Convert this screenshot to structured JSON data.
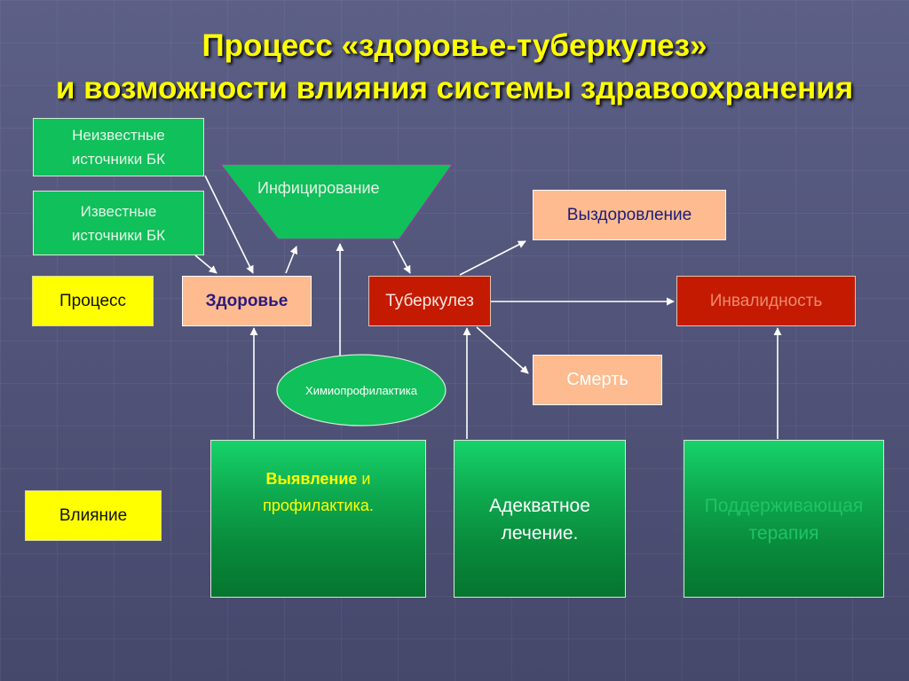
{
  "title": {
    "line1": "Процесс «здоровье-туберкулез»",
    "line2": "и  возможности влияния системы здравоохранения"
  },
  "nodes": {
    "unknown_sources": {
      "line1": "Неизвестные",
      "line2": "источники БК"
    },
    "known_sources": {
      "line1": "Известные",
      "line2": "источники БК"
    },
    "infection": "Инфицирование",
    "recovery": "Выздоровление",
    "process": "Процесс",
    "health": "Здоровье",
    "tuberculosis": "Туберкулез",
    "disability": "Инвалидность",
    "chemoprophylaxis": "Химиопрофилактика",
    "death": "Смерть",
    "influence": "Влияние",
    "detection": {
      "bold": "Выявление",
      "rest": " и",
      "line2": "профилактика."
    },
    "treatment": {
      "line1": "Адекватное",
      "line2": "лечение."
    },
    "supportive": {
      "line1": "Поддерживающая",
      "line2": "терапия"
    }
  },
  "colors": {
    "title": "#ffff00",
    "source_green": "#10c05a",
    "label_yellow": "#ffff00",
    "peach": "#fdbb8f",
    "red": "#c41a02",
    "bottom_green": "#0ea94f",
    "arrow": "#ffffff"
  }
}
